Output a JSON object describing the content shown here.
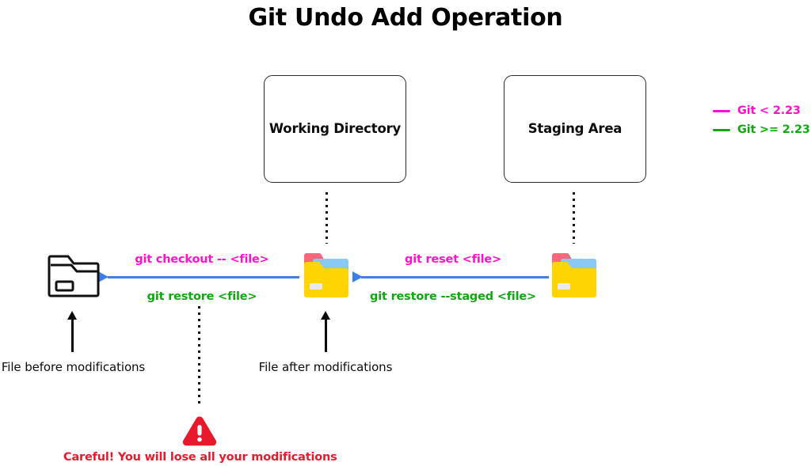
{
  "title": "Git Undo Add Operation",
  "zones": [
    {
      "id": "working-directory",
      "label": "Working Directory"
    },
    {
      "id": "staging-area",
      "label": "Staging Area"
    }
  ],
  "legend": {
    "items": [
      {
        "label": "Git < 2.23",
        "color": "#FF10D0"
      },
      {
        "label": "Git >= 2.23",
        "color": "#12A712"
      }
    ]
  },
  "transitions": [
    {
      "id": "staging-to-working",
      "old_command": "git reset <file>",
      "new_command": "git restore --staged <file>",
      "arrow_color": "#3C7FE8",
      "direction": "left"
    },
    {
      "id": "working-to-original",
      "old_command": "git checkout -- <file>",
      "new_command": "git restore <file>",
      "arrow_color": "#3C7FE8",
      "direction": "left"
    }
  ],
  "files": [
    {
      "id": "file-before",
      "caption": "File before modifications",
      "icon": "folder-outline-icon"
    },
    {
      "id": "file-after",
      "caption": "File after modifications",
      "icon": "folder-color-icon"
    },
    {
      "id": "file-staged",
      "caption": "",
      "icon": "folder-color-icon"
    }
  ],
  "warning": {
    "icon": "warning-triangle-icon",
    "text": "Careful! You will lose all your modifications",
    "color": "#E8192C"
  },
  "icon_colors": {
    "folder_tab": "#F8687B",
    "folder_back": "#8AC8F5",
    "folder_front": "#FFD400",
    "folder_slot": "#E9E9EE",
    "folder_outline": "#111111"
  }
}
